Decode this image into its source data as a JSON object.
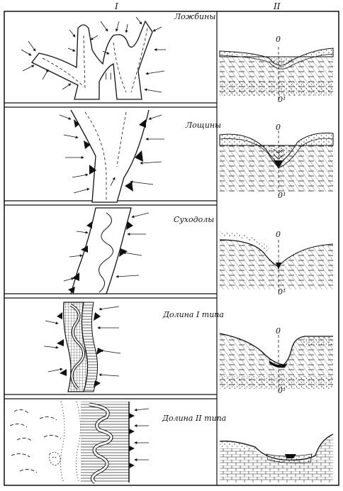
{
  "columns": {
    "left": "I",
    "right": "II"
  },
  "rows": [
    {
      "label": "Ложбины",
      "axis_top": "0",
      "axis_bottom": "0¹"
    },
    {
      "label": "Лощины",
      "axis_top": "0",
      "axis_bottom": "0¹"
    },
    {
      "label": "Суходолы",
      "axis_top": "0",
      "axis_bottom": "0¹"
    },
    {
      "label": "Долина I типа",
      "axis_top": "0",
      "axis_bottom": "0¹"
    },
    {
      "label": "Долина II типа",
      "axis_top": "",
      "axis_bottom": ""
    }
  ],
  "colors": {
    "ink": "#111111",
    "paper": "#ffffff",
    "hatch": "#222222"
  }
}
